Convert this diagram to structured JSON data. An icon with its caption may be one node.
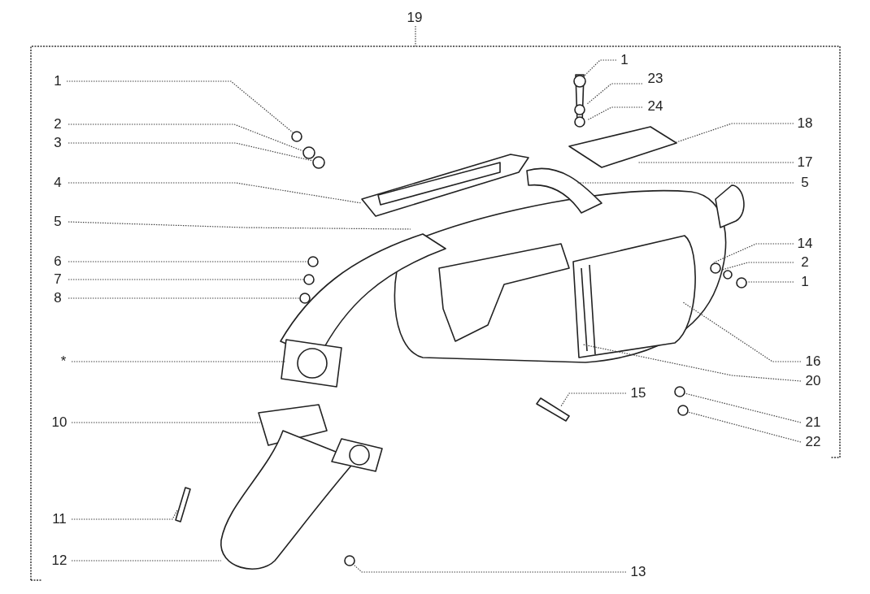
{
  "diagram": {
    "nodes": [
      {
        "text": [
          "19"
        ]
      },
      {
        "text": [
          "1"
        ]
      },
      {
        "text": [
          "23"
        ]
      },
      {
        "text": [
          "1"
        ]
      },
      {
        "text": [
          "24"
        ]
      },
      {
        "text": [
          "2"
        ]
      },
      {
        "text": [
          "18"
        ]
      },
      {
        "text": [
          "3"
        ]
      },
      {
        "text": [
          "17"
        ]
      },
      {
        "text": [
          "4"
        ]
      },
      {
        "text": [
          "5"
        ]
      },
      {
        "text": [
          "5"
        ]
      },
      {
        "text": [
          "14"
        ]
      },
      {
        "text": [
          "6"
        ]
      },
      {
        "text": [
          "2"
        ]
      },
      {
        "text": [
          "7"
        ]
      },
      {
        "text": [
          "1"
        ]
      },
      {
        "text": [
          "8"
        ]
      },
      {
        "text": [
          "*"
        ]
      },
      {
        "text": [
          "16"
        ]
      },
      {
        "text": [
          "20"
        ]
      },
      {
        "text": [
          "15"
        ]
      },
      {
        "text": [
          "10"
        ]
      },
      {
        "text": [
          "21"
        ]
      },
      {
        "text": [
          "22"
        ]
      },
      {
        "text": [
          "11"
        ]
      },
      {
        "text": [
          "12"
        ]
      },
      {
        "text": [
          "13"
        ]
      }
    ],
    "edges": [
      {
        "from": 0,
        "to": null,
        "arrow": "none"
      },
      {
        "from": 1,
        "to": null,
        "arrow": "none"
      },
      {
        "from": 2,
        "to": null,
        "arrow": "none"
      },
      {
        "from": 3,
        "to": null,
        "arrow": "none"
      },
      {
        "from": 4,
        "to": null,
        "arrow": "none"
      },
      {
        "from": 5,
        "to": null,
        "arrow": "none"
      },
      {
        "from": 6,
        "to": null,
        "arrow": "none"
      },
      {
        "from": 7,
        "to": null,
        "arrow": "none"
      },
      {
        "from": 8,
        "to": null,
        "arrow": "none"
      },
      {
        "from": 9,
        "to": null,
        "arrow": "none"
      },
      {
        "from": 10,
        "to": null,
        "arrow": "none"
      },
      {
        "from": 11,
        "to": null,
        "arrow": "none"
      },
      {
        "from": 12,
        "to": null,
        "arrow": "none"
      },
      {
        "from": 13,
        "to": null,
        "arrow": "none"
      },
      {
        "from": 14,
        "to": null,
        "arrow": "none"
      },
      {
        "from": 15,
        "to": null,
        "arrow": "none"
      },
      {
        "from": 16,
        "to": null,
        "arrow": "none"
      },
      {
        "from": 17,
        "to": null,
        "arrow": "none"
      },
      {
        "from": 18,
        "to": null,
        "arrow": "none"
      },
      {
        "from": 19,
        "to": null,
        "arrow": "none"
      },
      {
        "from": 20,
        "to": null,
        "arrow": "none"
      },
      {
        "from": 21,
        "to": null,
        "arrow": "none"
      },
      {
        "from": 22,
        "to": null,
        "arrow": "none"
      },
      {
        "from": 23,
        "to": null,
        "arrow": "none"
      },
      {
        "from": 24,
        "to": null,
        "arrow": "none"
      },
      {
        "from": 25,
        "to": null,
        "arrow": "none"
      },
      {
        "from": 26,
        "to": null,
        "arrow": "none"
      },
      {
        "from": 27,
        "to": null,
        "arrow": "none"
      }
    ]
  }
}
